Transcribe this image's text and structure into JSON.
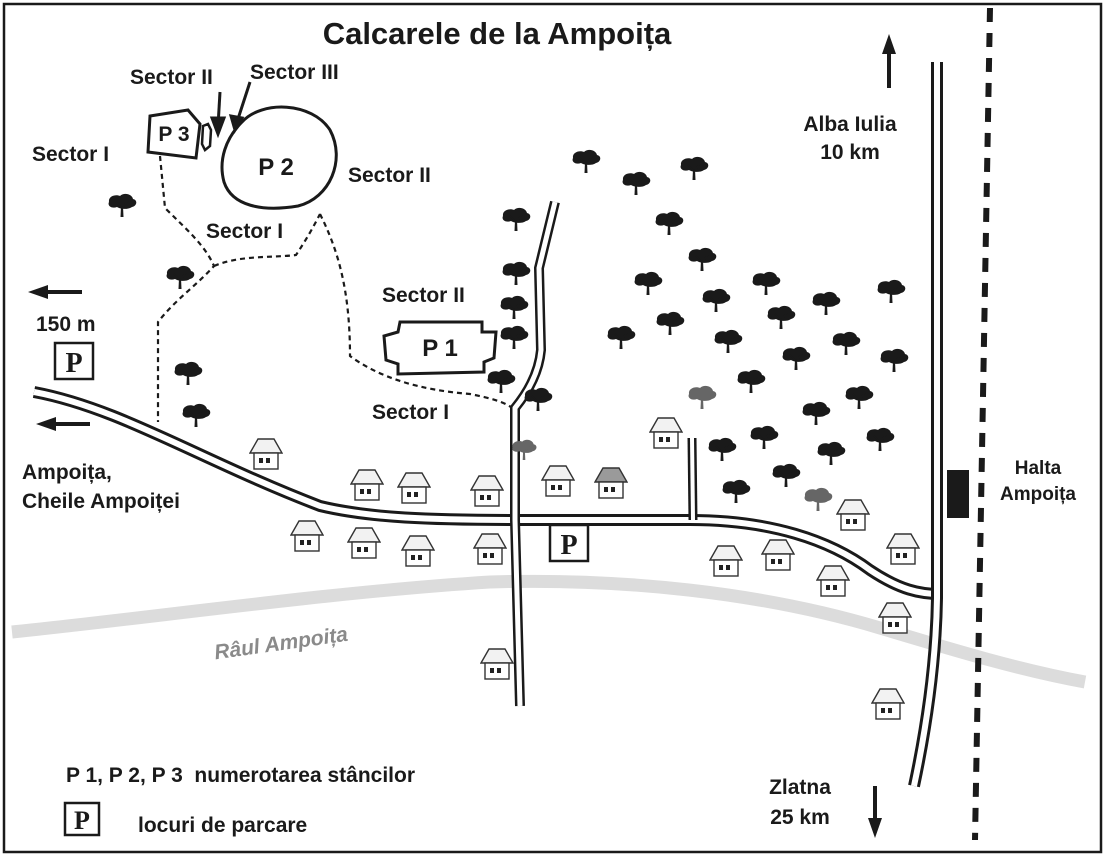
{
  "title": "Calcarele de la Ampoița",
  "rocks": {
    "p1": "P 1",
    "p2": "P 2",
    "p3": "P 3"
  },
  "sectors": {
    "p3_sector_i": "Sector I",
    "p3_sector_ii": "Sector II",
    "p2_sector_iii": "Sector III",
    "p2_sector_ii": "Sector II",
    "p2_sector_i": "Sector I",
    "p1_sector_ii": "Sector II",
    "p1_sector_i": "Sector I"
  },
  "directions": {
    "alba_iulia": [
      "Alba Iulia",
      "10 km"
    ],
    "zlatna": [
      "Zlatna",
      "25 km"
    ],
    "ampoita": [
      "Ampoița,",
      "Cheile Ampoiței"
    ],
    "parking_distance": "150 m"
  },
  "station": [
    "Halta",
    "Ampoița"
  ],
  "river": "Râul Ampoița",
  "parking_symbol": "P",
  "legend": {
    "rocks_numbering": "P 1, P 2, P 3  numerotarea stâncilor",
    "parking_places": "locuri de parcare"
  },
  "icons": {
    "tree": "tree-icon",
    "house": "house-icon",
    "parking": "parking-icon",
    "arrow": "arrow-icon",
    "station": "station-icon"
  },
  "colors": {
    "ink": "#1a1a1a",
    "river": "#dcdcdc",
    "river_label": "#8a8a8a",
    "house_roof": "#f2f2f2",
    "house_roof_dark": "#9a9a9a",
    "tree_dark": "#1a1a1a",
    "tree_grey": "#666666"
  }
}
